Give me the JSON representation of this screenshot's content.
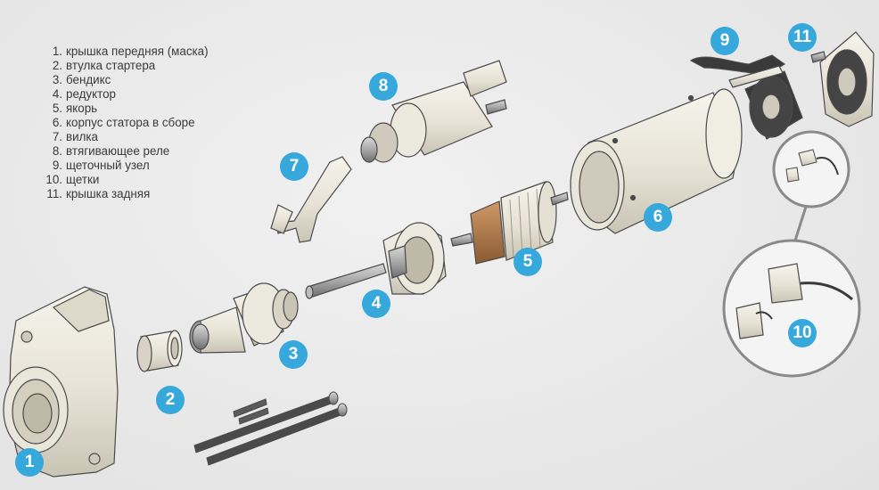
{
  "legend": [
    {
      "num": "1.",
      "text": "крышка передняя (маска)"
    },
    {
      "num": "2.",
      "text": "втулка стартера"
    },
    {
      "num": "3.",
      "text": "бендикс"
    },
    {
      "num": "4.",
      "text": "редуктор"
    },
    {
      "num": "5.",
      "text": "якорь"
    },
    {
      "num": "6.",
      "text": "корпус статора в сборе"
    },
    {
      "num": "7.",
      "text": "вилка"
    },
    {
      "num": "8.",
      "text": "втягивающее реле"
    },
    {
      "num": "9.",
      "text": "щеточный узел"
    },
    {
      "num": "10.",
      "text": "щетки"
    },
    {
      "num": "11.",
      "text": "крышка задняя"
    }
  ],
  "callouts": {
    "c1": "1",
    "c2": "2",
    "c3": "3",
    "c4": "4",
    "c5": "5",
    "c6": "6",
    "c7": "7",
    "c8": "8",
    "c9": "9",
    "c10": "10",
    "c11": "11"
  },
  "colors": {
    "badge": "#36a8dc",
    "part_fill": "#ebe8dc",
    "part_shade": "#cfcabb",
    "outline": "#4a4a4a",
    "metal": "#8a8a8a",
    "copper": "#b07a4a",
    "dark": "#3a3a3a"
  }
}
